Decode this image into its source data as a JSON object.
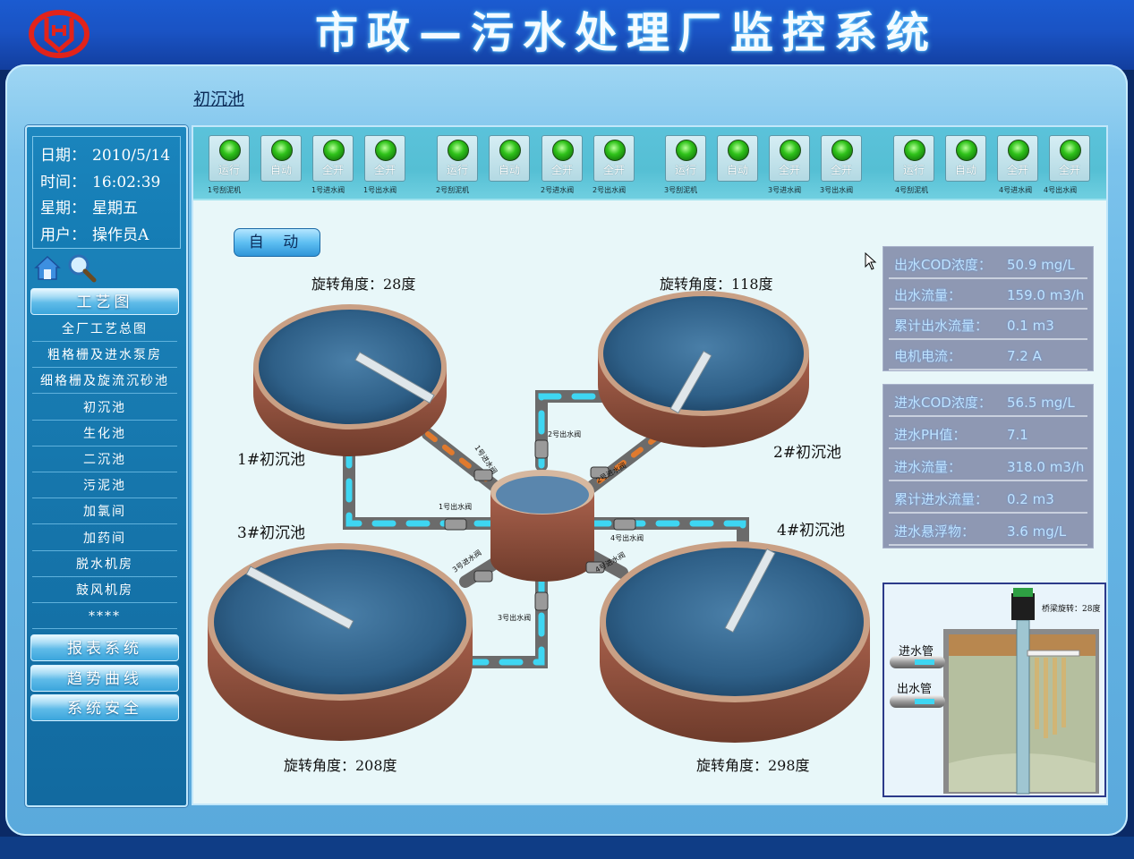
{
  "header": {
    "title": "市政—污水处理厂监控系统"
  },
  "page_title": "初沉池",
  "info": [
    {
      "key": "日期：",
      "value": "2010/5/14"
    },
    {
      "key": "时间：",
      "value": "16:02:39"
    },
    {
      "key": "星期：",
      "value": "星期五"
    },
    {
      "key": "用户：",
      "value": "操作员A"
    }
  ],
  "nav": {
    "process": "工艺图",
    "process_items": [
      "全厂工艺总图",
      "粗格栅及进水泵房",
      "细格栅及旋流沉砂池",
      "初沉池",
      "生化池",
      "二沉池",
      "污泥池",
      "加氯间",
      "加药间",
      "脱水机房",
      "鼓风机房",
      "****"
    ],
    "report": "报表系统",
    "trend": "趋势曲线",
    "security": "系统安全"
  },
  "controls": {
    "buttons": [
      "运行",
      "自动",
      "全开",
      "全开",
      "运行",
      "自动",
      "全开",
      "全开",
      "运行",
      "自动",
      "全开",
      "全开",
      "运行",
      "自动",
      "全开",
      "全开"
    ],
    "captions": [
      "1号刮泥机",
      "1号进水阀",
      "1号出水阀",
      "2号刮泥机",
      "2号进水阀",
      "2号出水阀",
      "3号刮泥机",
      "3号进水阀",
      "3号出水阀",
      "4号刮泥机",
      "4号进水阀",
      "4号出水阀"
    ]
  },
  "auto_button": "自 动",
  "tanks": [
    {
      "name": "1#初沉池",
      "angle": "旋转角度：28度",
      "arm_deg": 28
    },
    {
      "name": "2#初沉池",
      "angle": "旋转角度：118度",
      "arm_deg": 118
    },
    {
      "name": "3#初沉池",
      "angle": "旋转角度：208度",
      "arm_deg": 208
    },
    {
      "name": "4#初沉池",
      "angle": "旋转角度：298度",
      "arm_deg": 298
    }
  ],
  "valve_labels": [
    "1号进水阀",
    "2号出水阀",
    "2号进水阀",
    "1号出水阀",
    "4号出水阀",
    "3号进水阀",
    "3号出水阀",
    "4号进水阀"
  ],
  "outlet_panel": [
    {
      "label": "出水COD浓度：",
      "value": "50.9 mg/L"
    },
    {
      "label": "出水流量：",
      "value": "159.0 m3/h"
    },
    {
      "label": "累计出水流量：",
      "value": "0.1 m3"
    },
    {
      "label": "电机电流：",
      "value": "7.2 A"
    }
  ],
  "inlet_panel": [
    {
      "label": "进水COD浓度：",
      "value": "56.5 mg/L"
    },
    {
      "label": "进水PH值：",
      "value": "7.1"
    },
    {
      "label": "进水流量：",
      "value": "318.0 m3/h"
    },
    {
      "label": "累计进水流量：",
      "value": "0.2 m3"
    },
    {
      "label": "进水悬浮物：",
      "value": "3.6 mg/L"
    }
  ],
  "detail": {
    "bridge_rotation": "桥梁旋转：28度",
    "inlet_pipe": "进水管",
    "outlet_pipe": "出水管"
  },
  "colors": {
    "header_bg": "#1a53c4",
    "frame_bg": "#68b7e6",
    "led_green": "#2fc21a",
    "pipe_flow": "#3ed6f2",
    "panel_bg": "#8e98b3"
  }
}
